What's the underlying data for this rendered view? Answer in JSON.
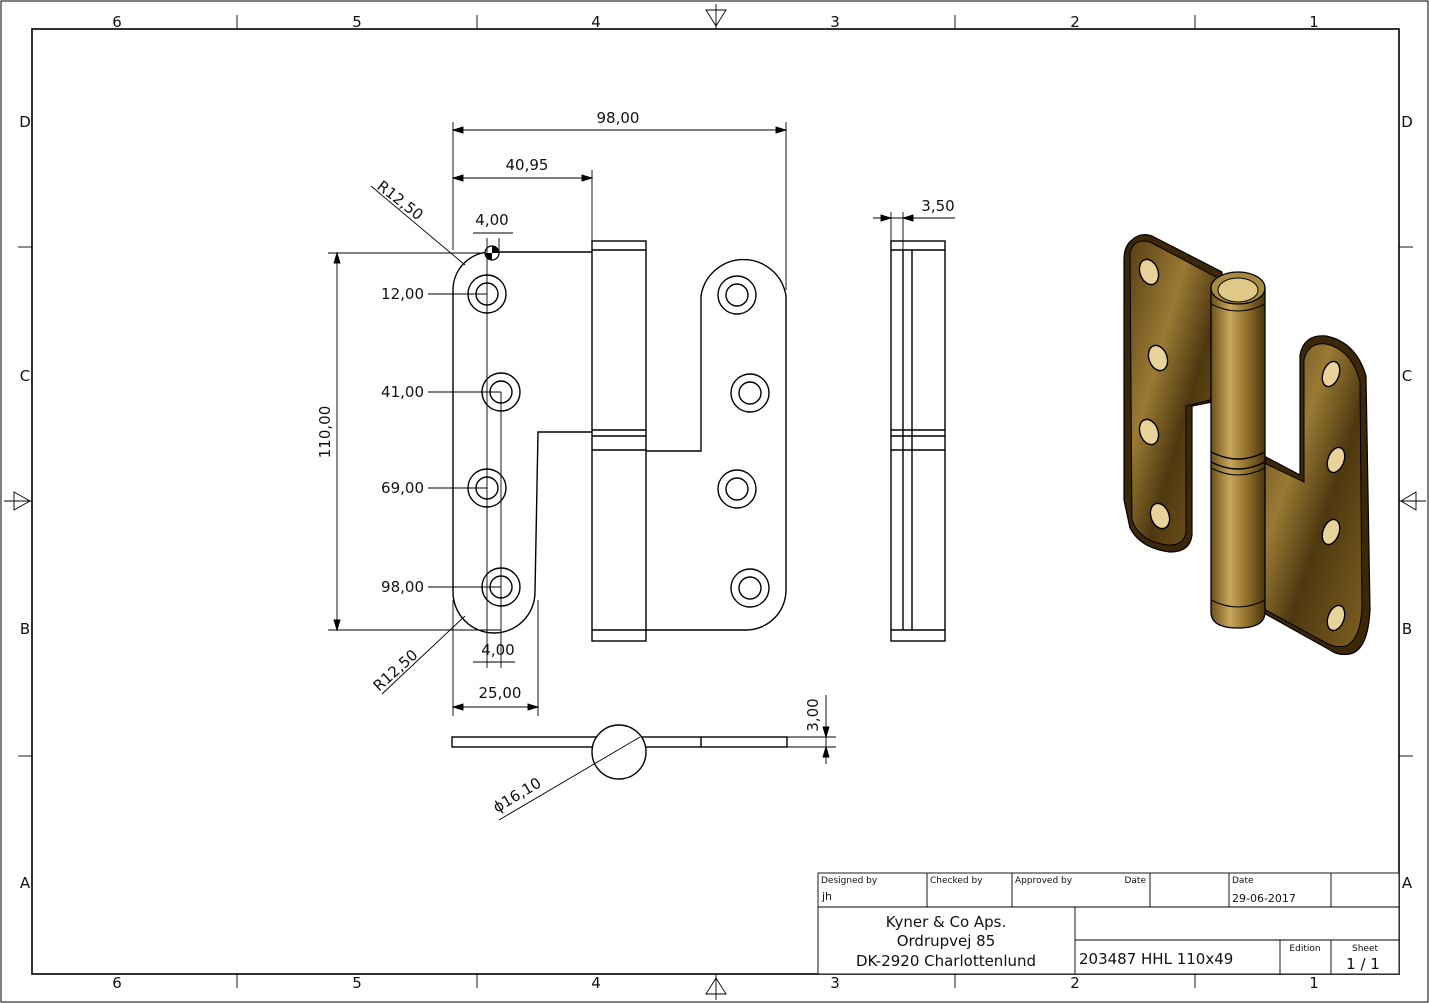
{
  "zones": {
    "columns": [
      "6",
      "5",
      "4",
      "3",
      "2",
      "1"
    ],
    "rows": [
      "D",
      "C",
      "B",
      "A"
    ]
  },
  "dimensions": {
    "width_total": "98,00",
    "width_leaf": "40,95",
    "radius_top": "R12,50",
    "hole_offset_top": "4,00",
    "height": "110,00",
    "hole_1": "12,00",
    "hole_2": "41,00",
    "hole_3": "69,00",
    "hole_4": "98,00",
    "radius_bottom": "R12,50",
    "hole_offset_bottom": "4,00",
    "leaf_width": "25,00",
    "side_thickness": "3,50",
    "plate_thickness": "3,00",
    "knuckle_diameter": "ϕ16,10"
  },
  "title_block": {
    "designed_by_label": "Designed by",
    "designed_by_value": "jh",
    "checked_by_label": "Checked by",
    "approved_by_label": "Approved by",
    "date_label_1": "Date",
    "date_label_2": "Date",
    "date_value": "29-06-2017",
    "company_line1": "Kyner & Co Aps.",
    "company_line2": "Ordrupvej 85",
    "company_line3": "DK-2920 Charlottenlund",
    "part_number": "203487 HHL 110x49",
    "edition_label": "Edition",
    "sheet_label": "Sheet",
    "sheet_value": "1 / 1"
  },
  "colors": {
    "line": "#000000",
    "brass_dark": "#4a3410",
    "brass_mid": "#8a6a2a",
    "brass_light": "#c9a85a"
  }
}
